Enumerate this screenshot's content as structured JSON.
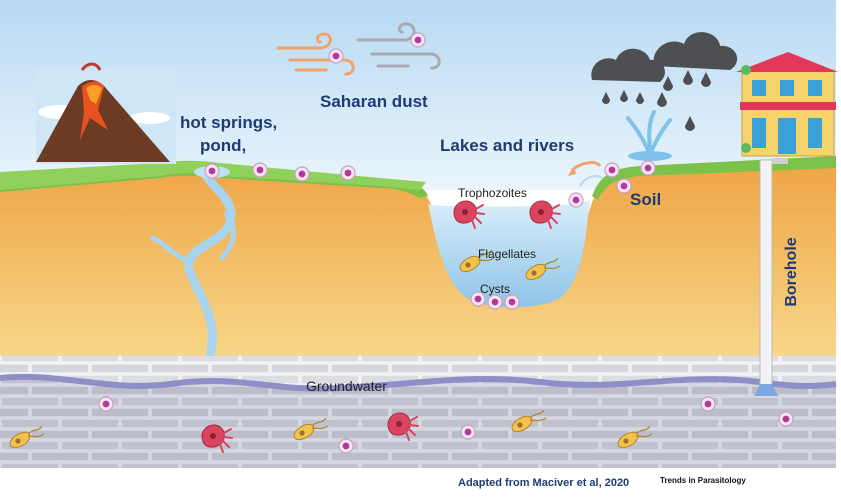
{
  "labels": {
    "hot_springs": "hot springs,",
    "pond": "pond,",
    "saharan_dust": "Saharan dust",
    "lakes_rivers": "Lakes and rivers",
    "soil": "Soil",
    "trophozoites": "Trophozoites",
    "flagellates": "Flagellates",
    "cysts": "Cysts",
    "groundwater": "Groundwater",
    "borehole": "Borehole"
  },
  "footer": {
    "credit": "Adapted from Maciver  et al, 2020",
    "journal": "Trends in Parasitology"
  },
  "colors": {
    "sky": "#cfe6f7",
    "grass": "#7cc24a",
    "soil": "#f0b259",
    "water": "#bfe1f4",
    "rock": "#d9d9dd",
    "groundwater": "#a9a9d6",
    "cyst": "#b33a9a",
    "trophozoite": "#d9455f",
    "flagellate": "#e3b23c",
    "label_blue": "#1f3b73"
  }
}
